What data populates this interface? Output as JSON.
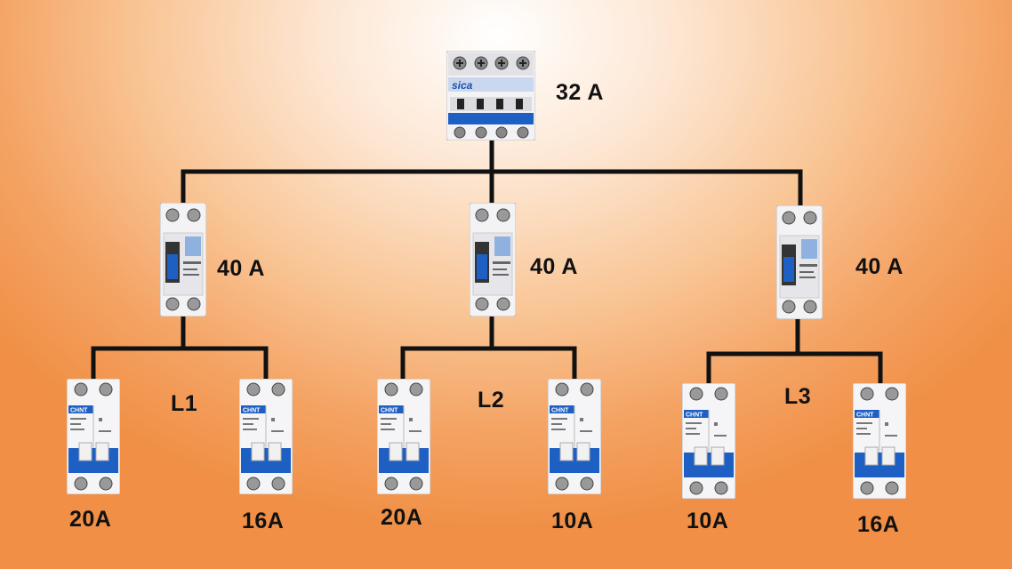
{
  "main_breaker": {
    "brand": "sica",
    "rating": "32 A"
  },
  "rcds": [
    {
      "rating": "40 A"
    },
    {
      "rating": "40 A"
    },
    {
      "rating": "40 A"
    }
  ],
  "groups": [
    {
      "line": "L1",
      "breakers": [
        {
          "brand": "CHNT",
          "rating": "20A"
        },
        {
          "brand": "CHNT",
          "rating": "16A"
        }
      ]
    },
    {
      "line": "L2",
      "breakers": [
        {
          "brand": "CHNT",
          "rating": "20A"
        },
        {
          "brand": "CHNT",
          "rating": "10A"
        }
      ]
    },
    {
      "line": "L3",
      "breakers": [
        {
          "brand": "CHNT",
          "rating": "10A"
        },
        {
          "brand": "CHNT",
          "rating": "16A"
        }
      ]
    }
  ],
  "colors": {
    "wire": "#111111",
    "breaker_blue": "#1e5fc4",
    "body": "#f4f4f6",
    "background_edge": "#f08f45"
  }
}
